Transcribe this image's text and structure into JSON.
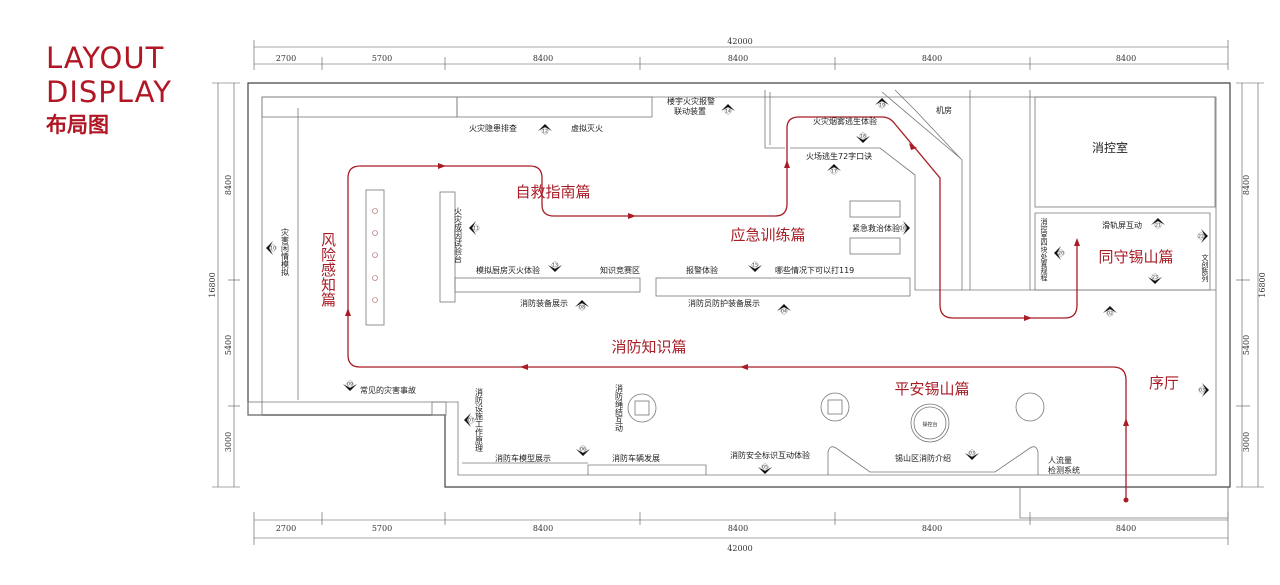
{
  "header": {
    "title_line1": "LAYOUT",
    "title_line2": "DISPLAY",
    "title_cn": "布局图"
  },
  "dimensions": {
    "total": "42000",
    "top_segments": [
      "2700",
      "5700",
      "8400",
      "8400",
      "8400",
      "8400"
    ],
    "bottom_segments": [
      "2700",
      "5700",
      "8400",
      "8400",
      "8400",
      "8400"
    ],
    "left": {
      "total": "16800",
      "segments": [
        "8400",
        "5400",
        "3000"
      ]
    },
    "right": {
      "total": "16800",
      "segments": [
        "8400",
        "5400",
        "3000"
      ]
    }
  },
  "zones": {
    "risk": "风险感知篇",
    "self_rescue": "自救指南篇",
    "emergency": "应急训练篇",
    "knowledge": "消防知识篇",
    "safe_xishan": "平安锡山篇",
    "guard_xishan": "同守锡山篇",
    "lobby": "序厅"
  },
  "labels": {
    "hazard_check": "火灾隐患排查",
    "virtual_fire": "虚拟灭火",
    "building_alarm_1": "楼宇火灾报警",
    "building_alarm_2": "联动装置",
    "smoke_escape": "火灾烟雾逃生体验",
    "escape_72": "火场逃生72字口诀",
    "machine_room": "机房",
    "control_room": "消控室",
    "disaster_sim": "灾害闲情模拟",
    "fire_cause_test": "火灾成因试验台",
    "kitchen_fire": "模拟厨房灭火体验",
    "quiz_area": "知识竞赛区",
    "alarm_exp": "报警体验",
    "when_119": "哪些情况下可以打119",
    "first_aid": "紧急救治体验",
    "equipment_show": "消防装备展示",
    "protective_show": "消防员防护装备展示",
    "control_rules": "消控室四块处置规程",
    "slide_screen": "滑轨屏互动",
    "cultural": "文创陈列",
    "common_accidents": "常见的灾害事故",
    "facility_principle": "消防设施工作原理",
    "rope_knot": "消防绳结互动",
    "truck_model": "消防车模型展示",
    "truck_history": "消防车辆发展",
    "safety_sign": "消防安全标识互动体验",
    "console": "操控台",
    "xishan_intro": "锡山区消防介绍",
    "people_flow_1": "人流量",
    "people_flow_2": "检测系统"
  },
  "markers": [
    "12",
    "14",
    "19",
    "18",
    "17",
    "11",
    "16",
    "13",
    "15",
    "08",
    "04",
    "20",
    "21",
    "22",
    "23",
    "02",
    "03",
    "10",
    "09",
    "07",
    "06",
    "05",
    "03",
    "01"
  ],
  "colors": {
    "accent": "#a81c26",
    "line": "#444444"
  }
}
